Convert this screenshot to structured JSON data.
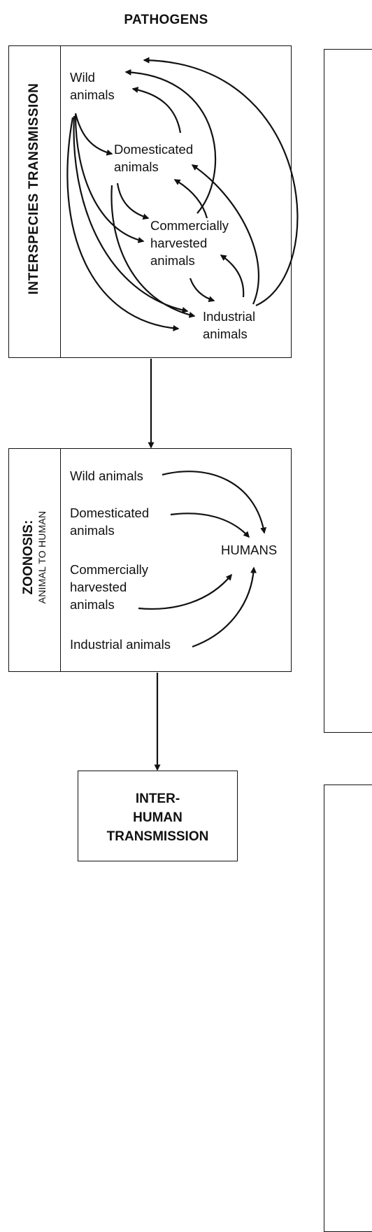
{
  "title": "PATHOGENS",
  "interspecies": {
    "side_label": "INTERSPECIES TRANSMISSION",
    "wild": [
      "Wild",
      "animals"
    ],
    "domesticated": [
      "Domesticated",
      "animals"
    ],
    "commercial": [
      "Commercially",
      "harvested",
      "animals"
    ],
    "industrial": [
      "Industrial",
      "animals"
    ]
  },
  "zoonosis": {
    "side_label": "ZOONOSIS:",
    "side_sublabel": "ANIMAL TO HUMAN",
    "wild": "Wild animals",
    "domesticated": [
      "Domesticated",
      "animals"
    ],
    "commercial": [
      "Commercially",
      "harvested",
      "animals"
    ],
    "industrial": "Industrial animals",
    "humans": "HUMANS"
  },
  "interhuman": {
    "lines": [
      "INTER-",
      "HUMAN",
      "TRANSMISSION"
    ]
  },
  "colors": {
    "stroke": "#111111",
    "background": "#ffffff"
  }
}
